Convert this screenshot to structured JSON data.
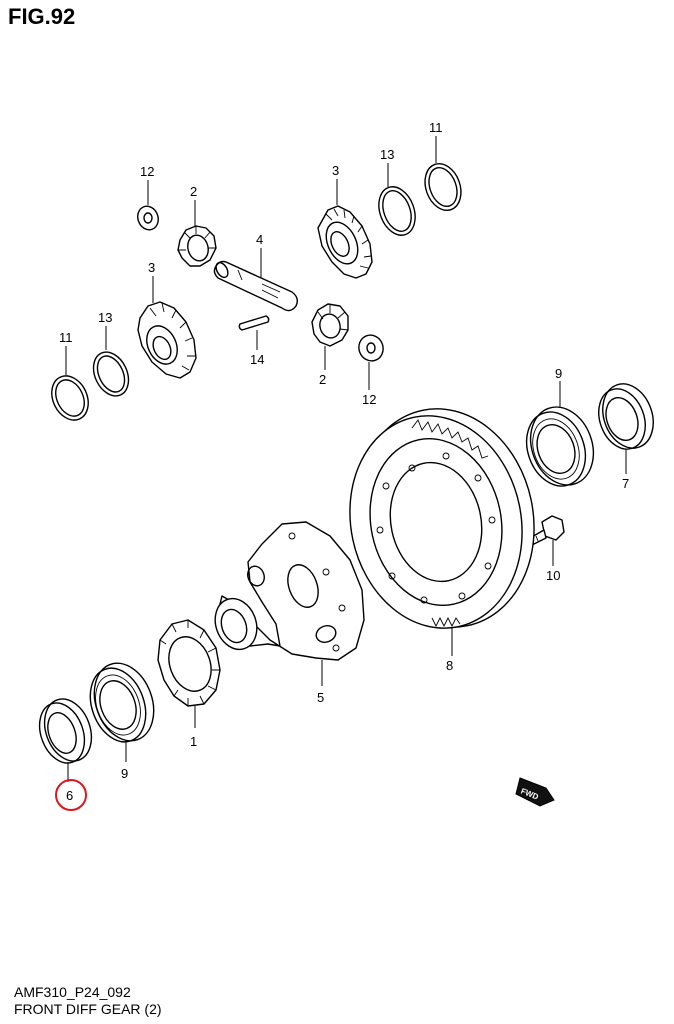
{
  "figure_title": "FIG.92",
  "footer": {
    "code": "AMF310_P24_092",
    "caption": "FRONT DIFF GEAR (2)"
  },
  "fwd_label": "FWD",
  "highlight_color": "#e0141e",
  "callouts": {
    "c12a": "12",
    "c2a": "2",
    "c4": "4",
    "c3a": "3",
    "c13a": "13",
    "c11a": "11",
    "c3b": "3",
    "c13b": "13",
    "c11b": "11",
    "c14": "14",
    "c2b": "2",
    "c12b": "12",
    "c9a": "9",
    "c7": "7",
    "c10": "10",
    "c8": "8",
    "c5": "5",
    "c1": "1",
    "c9b": "9",
    "c6": "6"
  }
}
